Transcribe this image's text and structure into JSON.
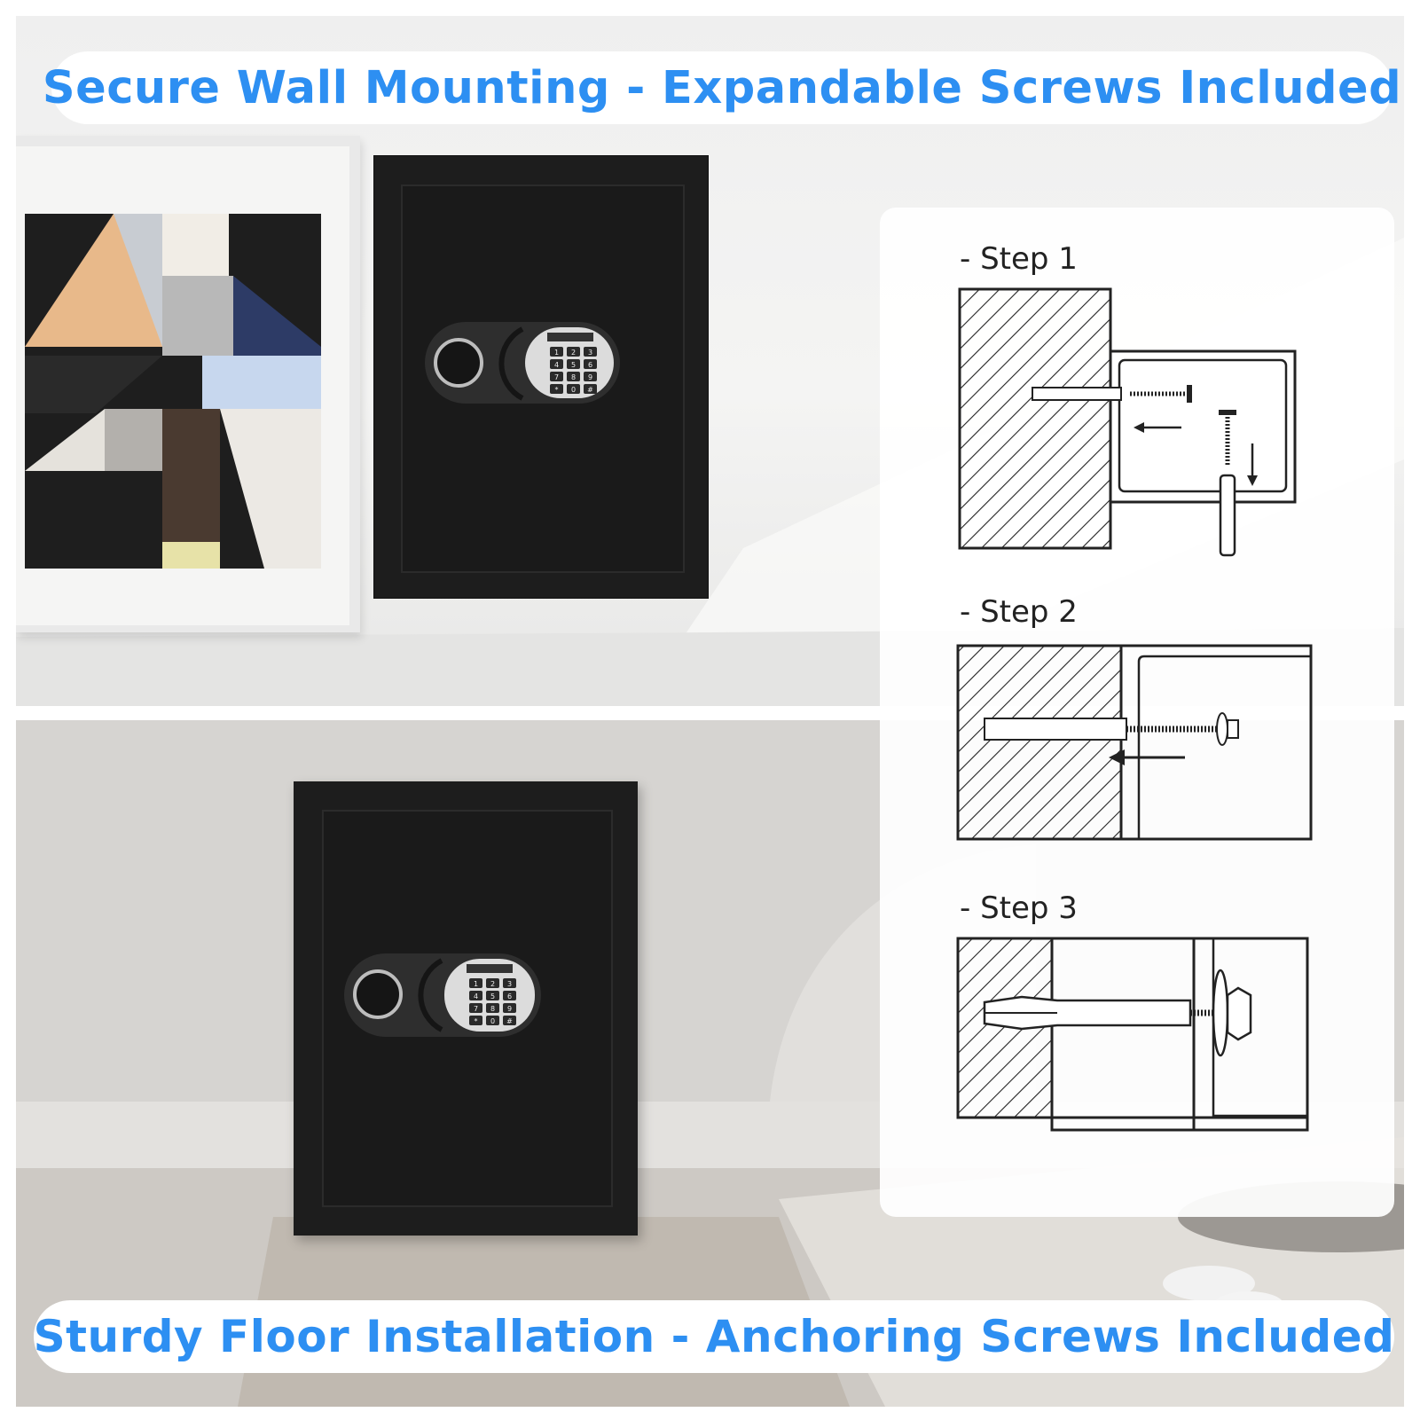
{
  "banners": {
    "top": "Secure Wall Mounting - Expandable Screws Included",
    "bottom": "Sturdy Floor Installation - Anchoring Screws Included"
  },
  "steps": [
    {
      "label": "- Step 1"
    },
    {
      "label": "- Step 2"
    },
    {
      "label": "- Step 3"
    }
  ],
  "keypad": {
    "keys": [
      "1",
      "2",
      "3",
      "4",
      "5",
      "6",
      "7",
      "8",
      "9",
      "*",
      "0",
      "#"
    ]
  },
  "colors": {
    "banner_text": "#2d8ff2",
    "banner_bg": "#ffffff",
    "safe_body": "#1b1b1b",
    "panel_bg": "#ffffff"
  },
  "icons": {
    "safe_knob": "knob-icon",
    "keypad": "keypad-icon",
    "arrow": "arrow-icon"
  }
}
